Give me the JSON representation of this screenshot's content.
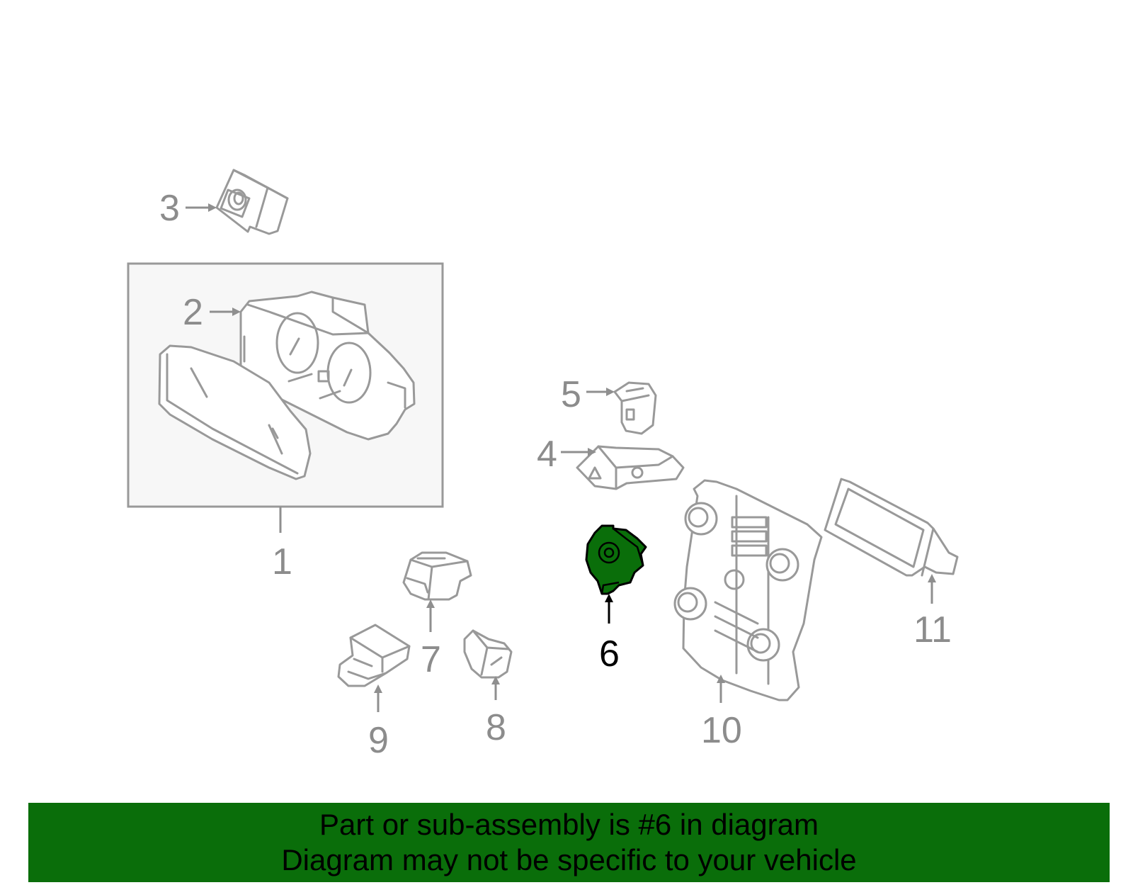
{
  "callouts": {
    "c1": "1",
    "c2": "2",
    "c3": "3",
    "c4": "4",
    "c5": "5",
    "c6": "6",
    "c7": "7",
    "c8": "8",
    "c9": "9",
    "c10": "10",
    "c11": "11"
  },
  "highlighted_part": "6",
  "banner": {
    "line1": "Part or sub-assembly is #6 in diagram",
    "line2": "Diagram may not be specific to your vehicle"
  },
  "colors": {
    "highlight": "#0a6e0a",
    "parts_outline": "#999999",
    "callout_text": "#8c8c8c",
    "box_fill": "#f7f7f7"
  }
}
